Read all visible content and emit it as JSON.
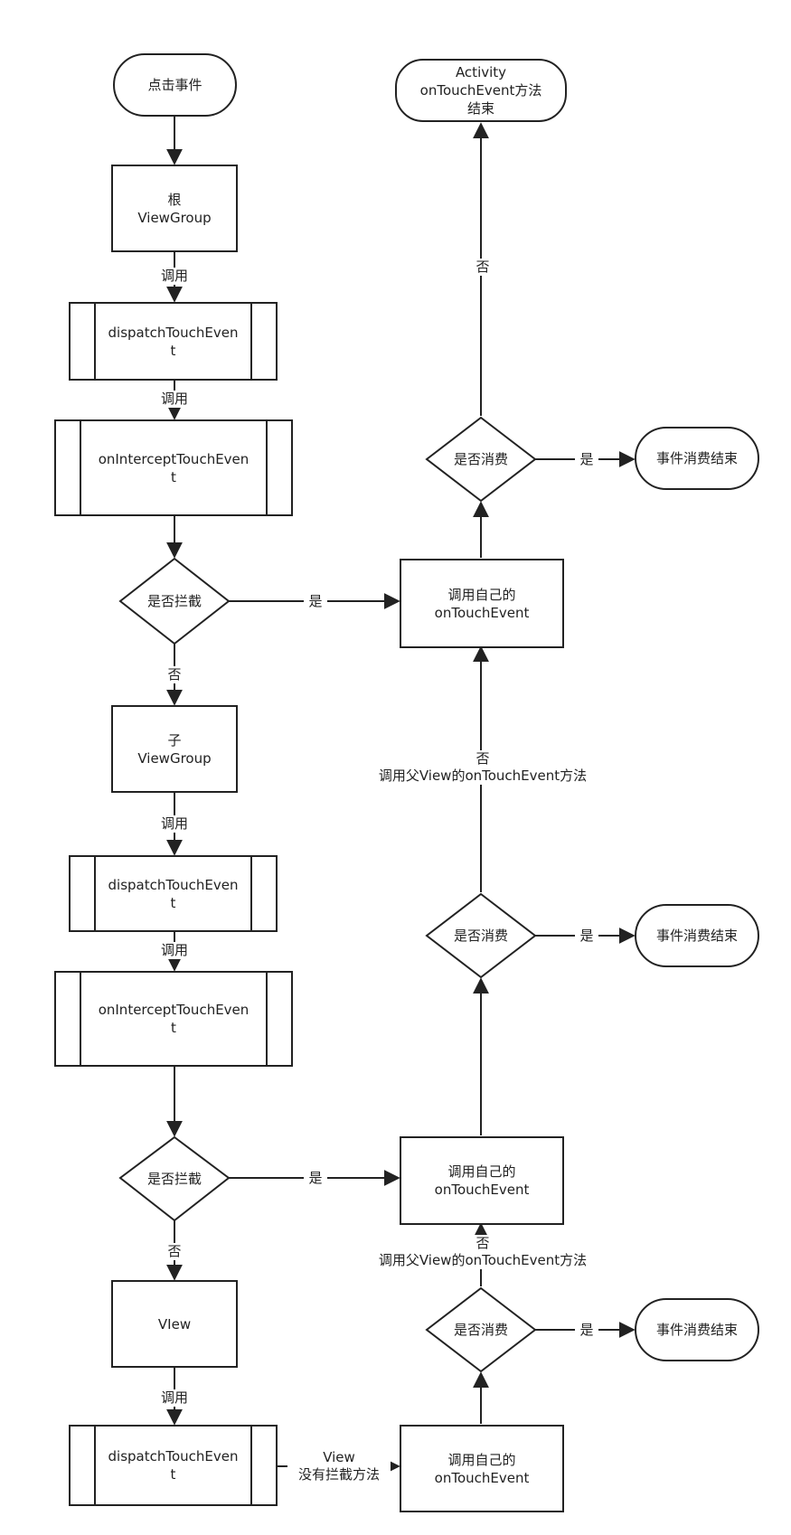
{
  "nodes": {
    "start": "点击事件",
    "activity_end": "Activity\nonTouchEvent方法\n结束",
    "root_viewgroup": "根\nViewGroup",
    "dispatch1": "dispatchTouchEven\nt",
    "intercept1": "onInterceptTouchEven\nt",
    "decision_intercept1": "是否拦截",
    "child_viewgroup": "子\nViewGroup",
    "dispatch2": "dispatchTouchEven\nt",
    "intercept2": "onInterceptTouchEven\nt",
    "decision_intercept2": "是否拦截",
    "view": "VIew",
    "dispatch3": "dispatchTouchEven\nt",
    "ontouch_top": "调用自己的\nonTouchEvent",
    "ontouch_mid": "调用自己的\nonTouchEvent",
    "ontouch_bottom": "调用自己的\nonTouchEvent",
    "decision_consume_top": "是否消费",
    "decision_consume_mid": "是否消费",
    "decision_consume_bottom": "是否消费",
    "end_top": "事件消费结束",
    "end_mid": "事件消费结束",
    "end_bottom": "事件消费结束"
  },
  "edge_labels": {
    "call1": "调用",
    "call2": "调用",
    "no1": "否",
    "call3": "调用",
    "call4": "调用",
    "no2": "否",
    "call5": "调用",
    "yes_intercept1": "是",
    "yes_intercept2": "是",
    "view_no_intercept": "View\n没有拦截方法",
    "no_parent_mid": "否\n调用父View的onTouchEvent方法",
    "no_parent_bottom": "否\n调用父View的onTouchEvent方法",
    "no_top": "否",
    "yes_top": "是",
    "yes_mid": "是",
    "yes_bottom": "是"
  }
}
